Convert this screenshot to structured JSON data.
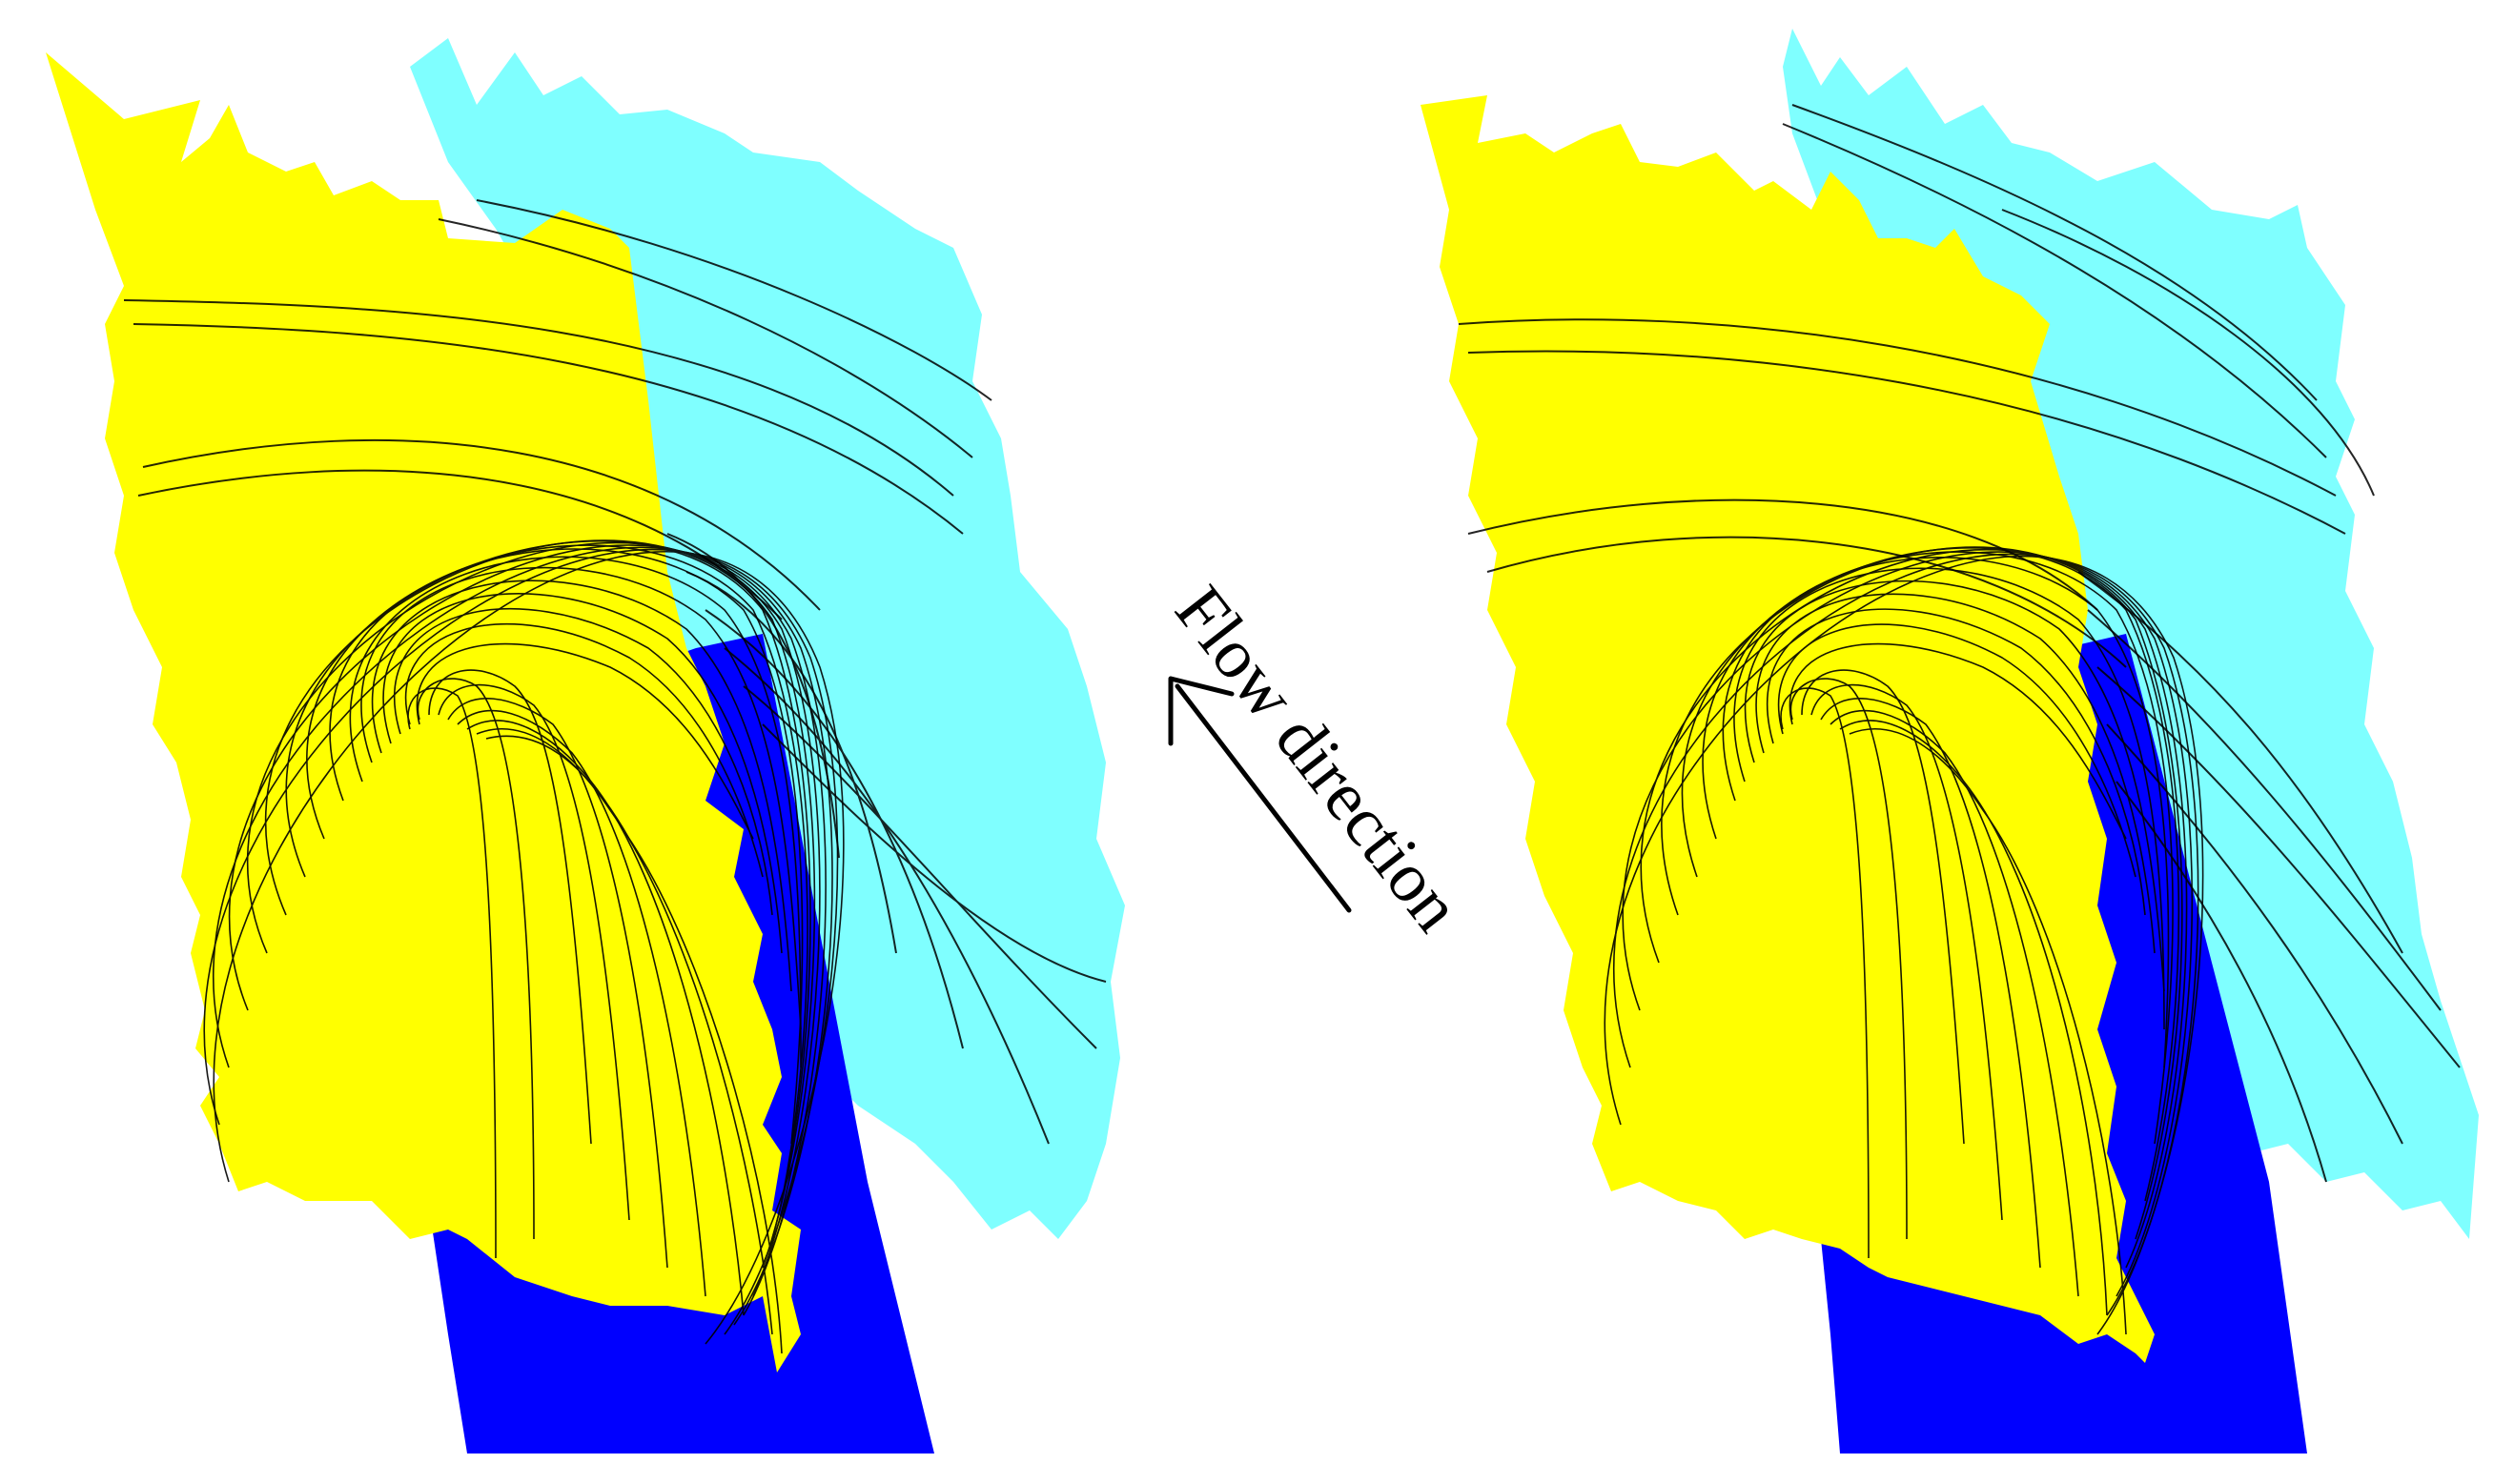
{
  "annotation": {
    "label": "Flow direction"
  },
  "colors": {
    "background": "#ffffff",
    "upstream_surface": "#ffff00",
    "downstream_surface": "#7fffff",
    "plate": "#0000ff",
    "streamline": "#000000",
    "arrow": "#000000"
  },
  "panels": [
    {
      "name": "left-panel",
      "surfaces": [
        "cyan-surface",
        "blue-plate",
        "yellow-surface"
      ],
      "streamlines": "black"
    },
    {
      "name": "right-panel",
      "surfaces": [
        "cyan-surface",
        "blue-plate",
        "yellow-surface"
      ],
      "streamlines": "black"
    }
  ]
}
